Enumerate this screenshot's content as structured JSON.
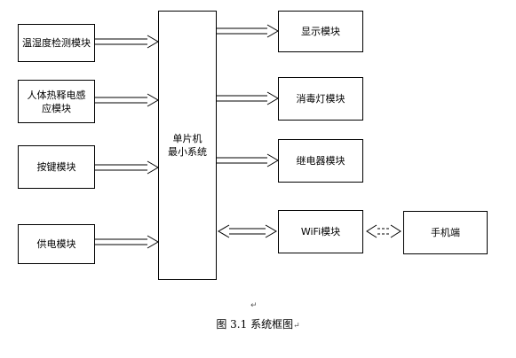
{
  "diagram": {
    "left_modules": [
      "温湿度检测模块",
      "人体热释电感应模块",
      "按键模块",
      "供电模块"
    ],
    "mcu_line1": "单片机",
    "mcu_line2": "最小系统",
    "right_modules": [
      "显示模块",
      "消毒灯模块",
      "继电器模块",
      "WiFi模块"
    ],
    "phone": "手机端",
    "caption": "图 3.1 系统框图",
    "para_mark": "↵"
  }
}
